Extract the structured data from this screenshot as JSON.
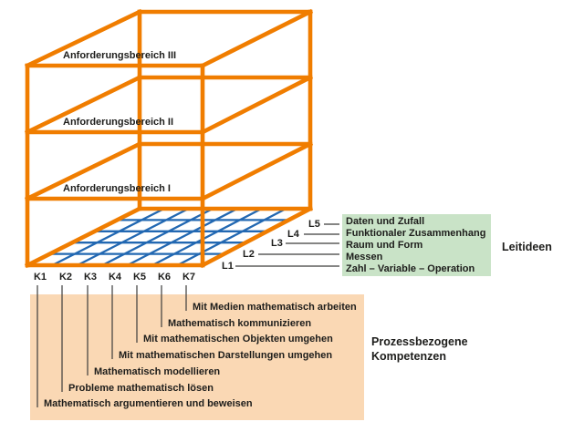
{
  "colors": {
    "orange": "#f07d00",
    "blue": "#2268b2",
    "green-bg": "#c9e3c7",
    "peach-bg": "#fad8b4",
    "text": "#1d1d1b",
    "line": "#3c3c3b"
  },
  "cube": {
    "levels": [
      {
        "label": "Anforderungsbereich III"
      },
      {
        "label": "Anforderungsbereich II"
      },
      {
        "label": "Anforderungsbereich I"
      }
    ]
  },
  "leitideen": {
    "heading": "Leitideen",
    "items": [
      {
        "code": "L5",
        "label": "Daten und Zufall"
      },
      {
        "code": "L4",
        "label": "Funktionaler Zusammenhang"
      },
      {
        "code": "L3",
        "label": "Raum und Form"
      },
      {
        "code": "L2",
        "label": "Messen"
      },
      {
        "code": "L1",
        "label": "Zahl – Variable – Operation"
      }
    ]
  },
  "kompetenzen": {
    "heading_line1": "Prozessbezogene",
    "heading_line2": "Kompetenzen",
    "items": [
      {
        "code": "K1",
        "label": "Mathematisch argumentieren und beweisen"
      },
      {
        "code": "K2",
        "label": "Probleme mathematisch lösen"
      },
      {
        "code": "K3",
        "label": "Mathematisch modellieren"
      },
      {
        "code": "K4",
        "label": "Mit mathematischen Darstellungen umgehen"
      },
      {
        "code": "K5",
        "label": "Mit mathematischen Objekten umgehen"
      },
      {
        "code": "K6",
        "label": "Mathematisch kommunizieren"
      },
      {
        "code": "K7",
        "label": "Mit Medien mathematisch arbeiten"
      }
    ]
  }
}
